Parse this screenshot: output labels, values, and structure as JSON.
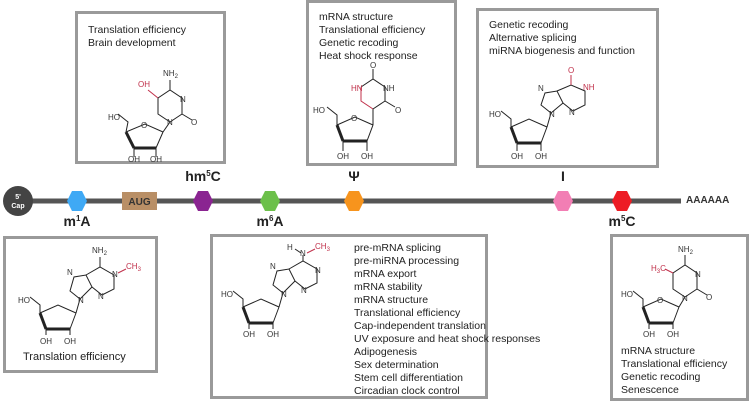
{
  "timeline": {
    "cap": {
      "line1": "5'",
      "line2": "Cap"
    },
    "start_codon": "AUG",
    "tail": "AAAAAA",
    "colors": {
      "line": "#555555",
      "cap": "#444444",
      "aug": "#b98f66",
      "m1A": "#3fa9f5",
      "hm5C": "#8a2491",
      "m6A": "#6cc04a",
      "psi": "#f7941d",
      "I": "#f27eb4",
      "m5C": "#ed1c24"
    },
    "modifications": [
      {
        "id": "m1A",
        "base": "m",
        "sup": "1",
        "suffix": "A",
        "label_position": "below"
      },
      {
        "id": "hm5C",
        "base": "hm",
        "sup": "5",
        "suffix": "C",
        "label_position": "above"
      },
      {
        "id": "m6A",
        "base": "m",
        "sup": "6",
        "suffix": "A",
        "label_position": "below"
      },
      {
        "id": "psi",
        "base": "Ψ",
        "sup": "",
        "suffix": "",
        "label_position": "above"
      },
      {
        "id": "I",
        "base": "I",
        "sup": "",
        "suffix": "",
        "label_position": "above"
      },
      {
        "id": "m5C",
        "base": "m",
        "sup": "5",
        "suffix": "C",
        "label_position": "below"
      }
    ]
  },
  "boxes": {
    "hm5C": {
      "functions": [
        "Translation efficiency",
        "Brain development"
      ],
      "structure": {
        "amine": "NH2",
        "modified_group": "OH",
        "sugar_oh": "HO",
        "oh1": "OH",
        "oh2": "OH",
        "n": "N",
        "o": "O"
      }
    },
    "psi": {
      "functions": [
        "mRNA structure",
        "Translational efficiency",
        "Genetic recoding",
        "Heat shock response"
      ],
      "structure": {
        "modified_group": "HN",
        "nh": "NH",
        "o": "O",
        "sugar_oh": "HO",
        "oh1": "OH",
        "oh2": "OH"
      }
    },
    "I": {
      "functions": [
        "Genetic recoding",
        "Alternative splicing",
        "miRNA biogenesis and function"
      ],
      "structure": {
        "modified_group": "NH",
        "carbonyl": "O",
        "n": "N",
        "sugar_oh": "HO",
        "oh1": "OH",
        "oh2": "OH"
      }
    },
    "m1A": {
      "functions": [
        "Translation efficiency"
      ],
      "structure": {
        "amine": "NH2",
        "modified_group": "CH3",
        "n": "N",
        "sugar_oh": "HO",
        "oh1": "OH",
        "oh2": "OH"
      }
    },
    "m6A": {
      "functions": [
        "pre-mRNA splicing",
        "pre-miRNA processing",
        "mRNA export",
        "mRNA stability",
        "mRNA structure",
        "Translational efficiency",
        "Cap-independent translation",
        "UV exposure and heat shock responses",
        "Adipogenesis",
        "Sex determination",
        "Stem cell differentiation",
        "Circadian clock control"
      ],
      "structure": {
        "h": "H",
        "modified_group": "CH3",
        "n": "N",
        "sugar_oh": "HO",
        "oh1": "OH",
        "oh2": "OH"
      }
    },
    "m5C": {
      "functions": [
        "mRNA structure",
        "Translational efficiency",
        "Genetic recoding",
        "Senescence"
      ],
      "structure": {
        "amine": "NH2",
        "modified_group": "H3C",
        "n": "N",
        "o": "O",
        "sugar_oh": "HO",
        "oh1": "OH",
        "oh2": "OH"
      }
    }
  }
}
